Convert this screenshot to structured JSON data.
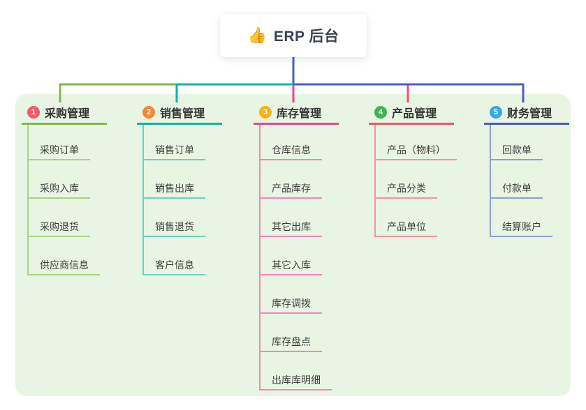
{
  "root": {
    "icon": "👍",
    "label": "ERP 后台",
    "stem_color": "#4b5cc4"
  },
  "branches": [
    {
      "num": "1",
      "label": "采购管理",
      "badge_color": "#f4586a",
      "color": "#7cb84e",
      "color_light": "#a6d584",
      "children": [
        "采购订单",
        "采购入库",
        "采购退货",
        "供应商信息"
      ]
    },
    {
      "num": "2",
      "label": "销售管理",
      "badge_color": "#f58634",
      "color": "#10b3a6",
      "color_light": "#6fcfc4",
      "children": [
        "销售订单",
        "销售出库",
        "销售退货",
        "客户信息"
      ]
    },
    {
      "num": "3",
      "label": "库存管理",
      "badge_color": "#f9b115",
      "color": "#ee4395",
      "color_light": "#f585bd",
      "children": [
        "仓库信息",
        "产品库存",
        "其它出库",
        "其它入库",
        "库存调拨",
        "库存盘点",
        "出库库明细"
      ]
    },
    {
      "num": "4",
      "label": "产品管理",
      "badge_color": "#3cb457",
      "color": "#f4516c",
      "color_light": "#f9919f",
      "children": [
        "产品（物料）",
        "产品分类",
        "产品单位"
      ]
    },
    {
      "num": "5",
      "label": "财务管理",
      "badge_color": "#39a9e6",
      "color": "#4b5cc4",
      "color_light": "#8e9cdc",
      "children": [
        "回款单",
        "付款单",
        "结算账户"
      ]
    }
  ]
}
